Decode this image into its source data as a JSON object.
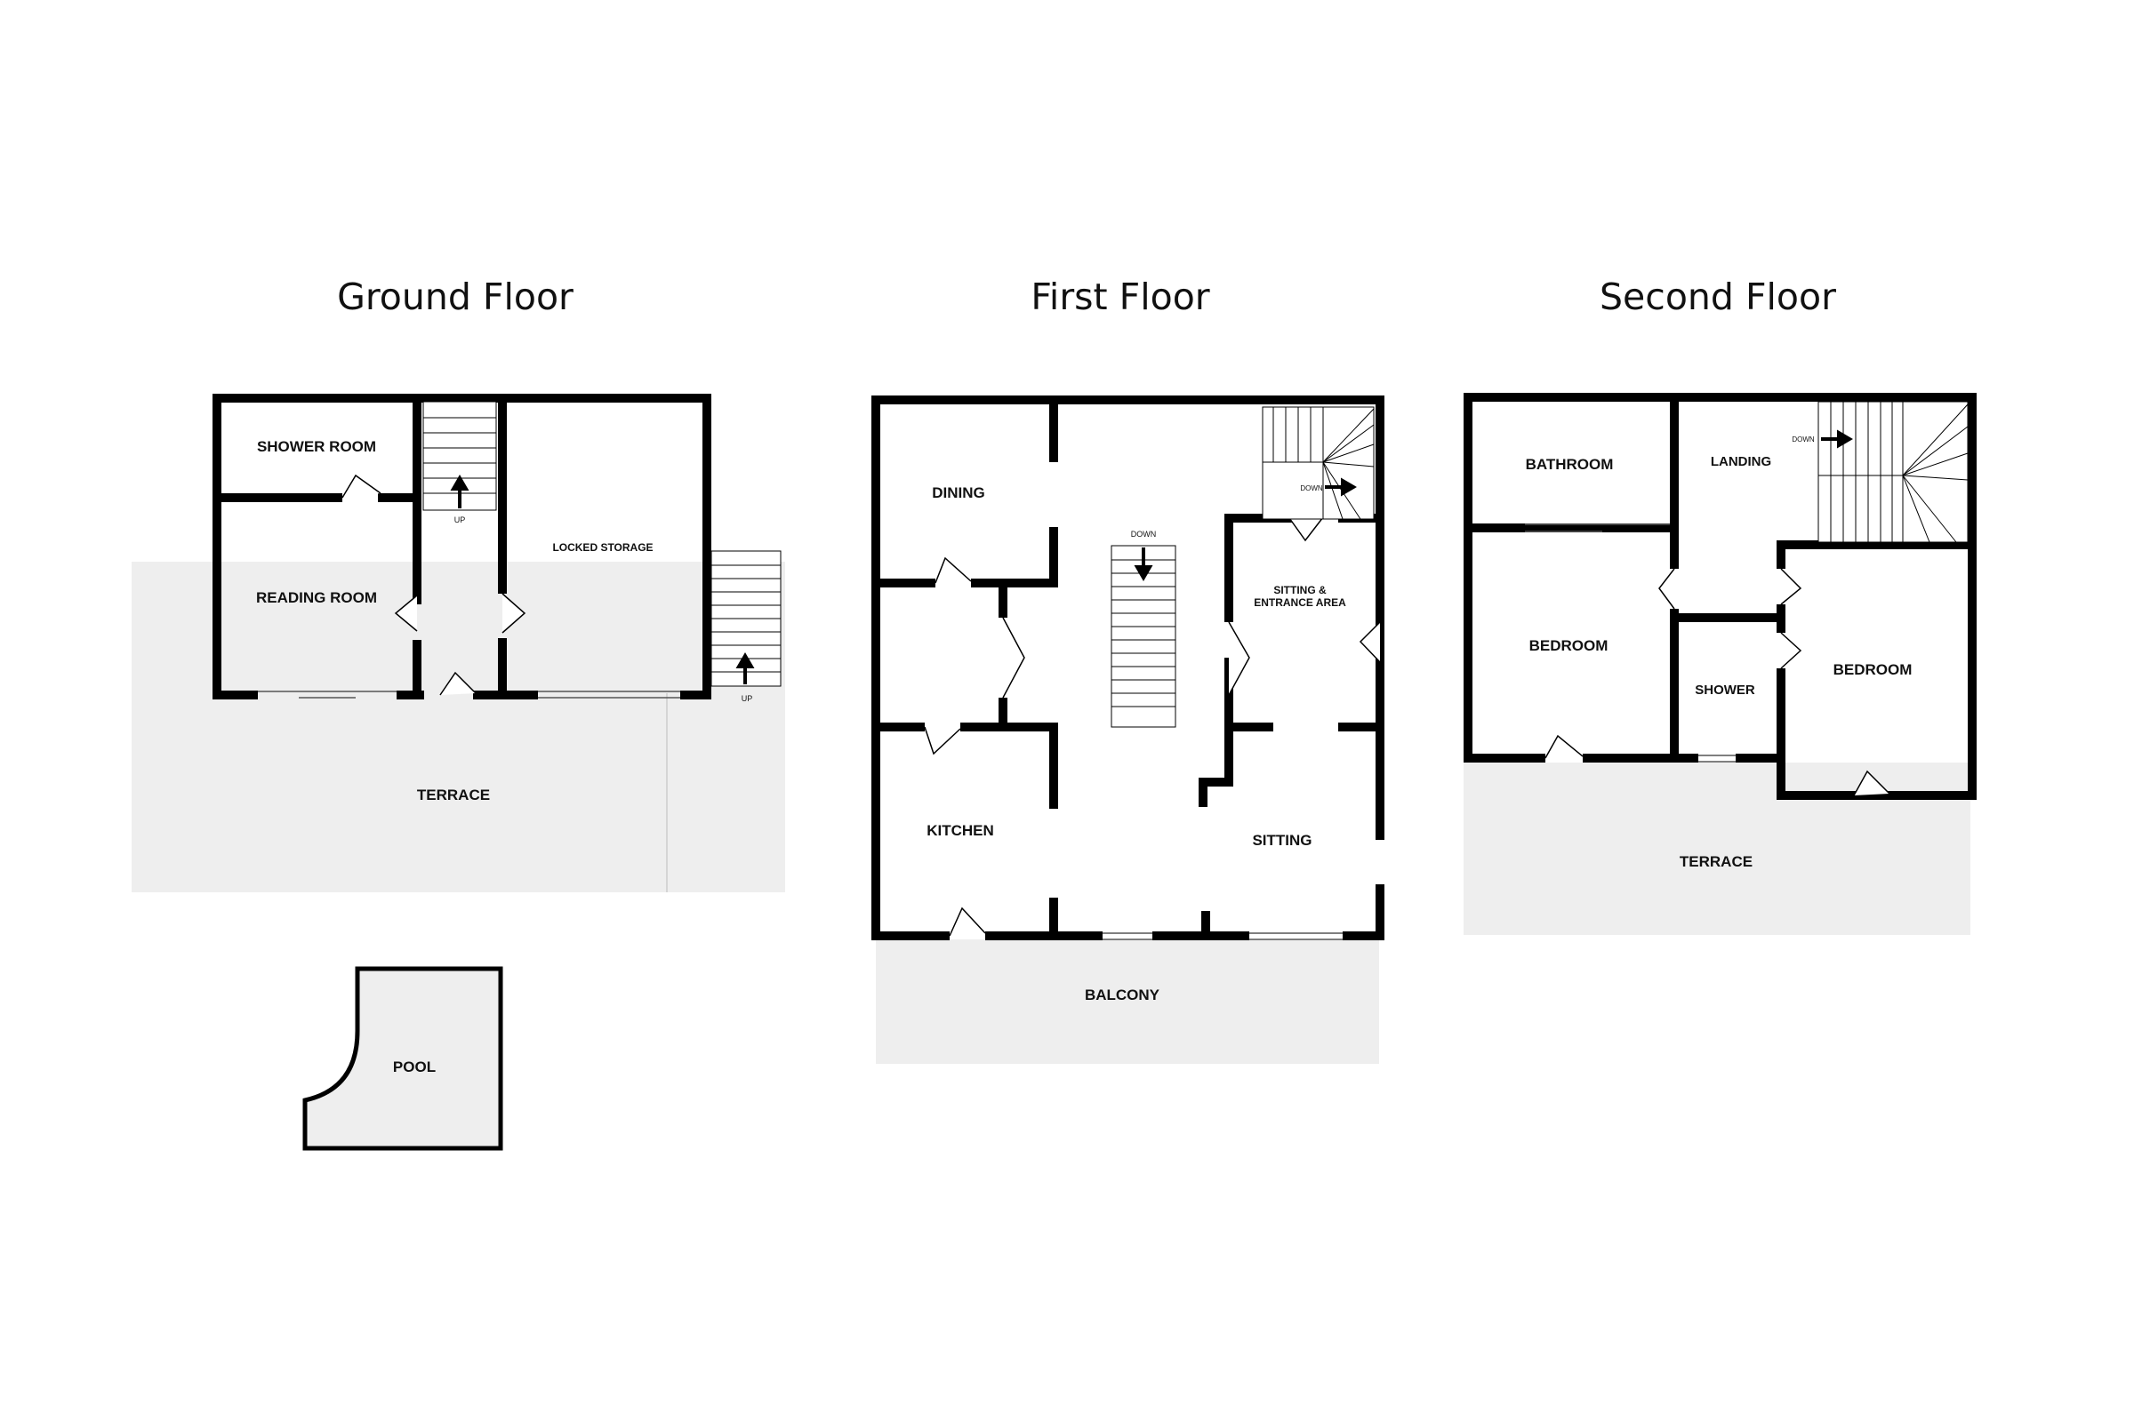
{
  "floors": {
    "ground": {
      "title": "Ground Floor",
      "rooms": {
        "shower_room": "SHOWER ROOM",
        "reading_room": "READING ROOM",
        "locked_storage": "LOCKED STORAGE",
        "terrace": "TERRACE",
        "pool": "POOL"
      },
      "stair_labels": {
        "inner_up": "UP",
        "outer_up": "UP"
      }
    },
    "first": {
      "title": "First Floor",
      "rooms": {
        "dining": "DINING",
        "kitchen": "KITCHEN",
        "sitting_entrance_line1": "SITTING &",
        "sitting_entrance_line2": "ENTRANCE AREA",
        "sitting": "SITTING",
        "balcony": "BALCONY"
      },
      "stair_labels": {
        "main_down": "DOWN",
        "corner_down": "DOWN"
      }
    },
    "second": {
      "title": "Second Floor",
      "rooms": {
        "bathroom": "BATHROOM",
        "landing": "LANDING",
        "bedroom_left": "BEDROOM",
        "shower": "SHOWER",
        "bedroom_right": "BEDROOM",
        "terrace": "TERRACE"
      },
      "stair_labels": {
        "down": "DOWN"
      }
    }
  },
  "colors": {
    "wall": "#000000",
    "outdoor_fill": "#eeeeee",
    "background": "#ffffff"
  }
}
